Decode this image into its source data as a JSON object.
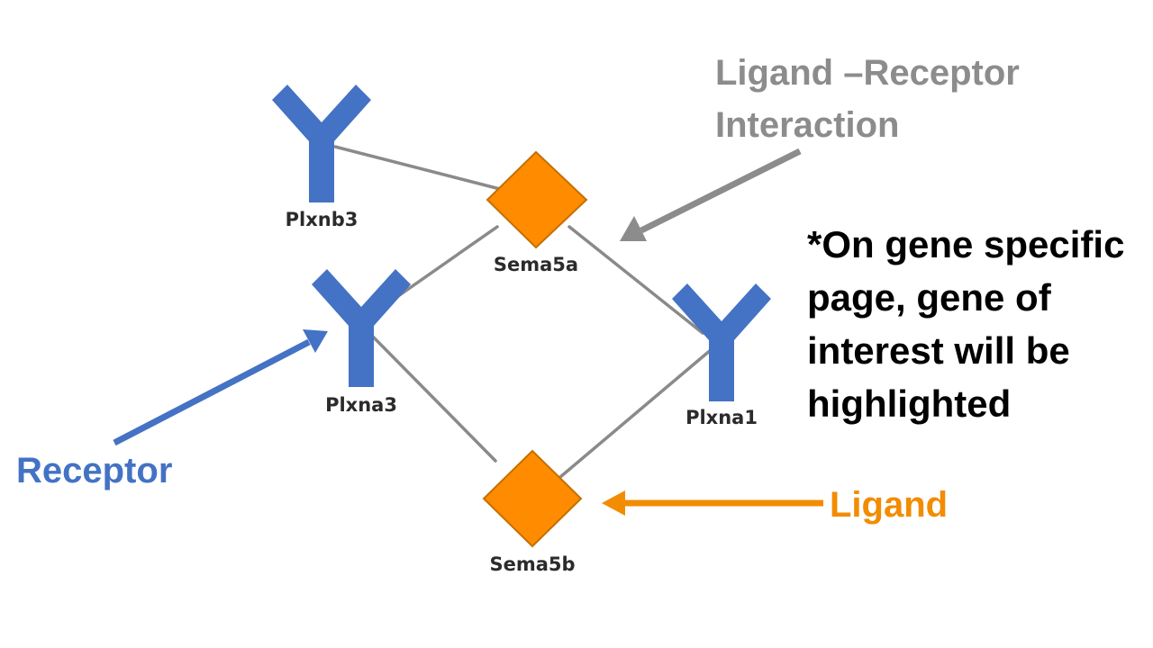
{
  "colors": {
    "receptor": "#4472c4",
    "ligand": "#ff8c00",
    "ligand_border": "#c46f00",
    "edge": "#8a8a8a",
    "interaction_annotation": "#8c8c8c",
    "ligand_annotation": "#f28c00",
    "note_text": "#000000"
  },
  "nodes": {
    "plxnb3": {
      "label": "Plxnb3",
      "kind": "receptor",
      "icon": "y-shaped-receptor-icon"
    },
    "sema5a": {
      "label": "Sema5a",
      "kind": "ligand",
      "icon": "diamond-ligand-icon"
    },
    "plxna3": {
      "label": "Plxna3",
      "kind": "receptor",
      "icon": "y-shaped-receptor-icon"
    },
    "plxna1": {
      "label": "Plxna1",
      "kind": "receptor",
      "icon": "y-shaped-receptor-icon"
    },
    "sema5b": {
      "label": "Sema5b",
      "kind": "ligand",
      "icon": "diamond-ligand-icon"
    }
  },
  "edges": [
    {
      "from": "Plxnb3",
      "to": "Sema5a"
    },
    {
      "from": "Sema5a",
      "to": "Plxna3"
    },
    {
      "from": "Sema5a",
      "to": "Plxna1"
    },
    {
      "from": "Plxna3",
      "to": "Sema5b"
    },
    {
      "from": "Plxna1",
      "to": "Sema5b"
    }
  ],
  "annotations": {
    "interaction_line1": "Ligand –Receptor",
    "interaction_line2": "Interaction",
    "receptor": "Receptor",
    "ligand": "Ligand",
    "note_line1": "*On gene specific",
    "note_line2": "page, gene of",
    "note_line3": "interest will be",
    "note_line4": "highlighted"
  }
}
